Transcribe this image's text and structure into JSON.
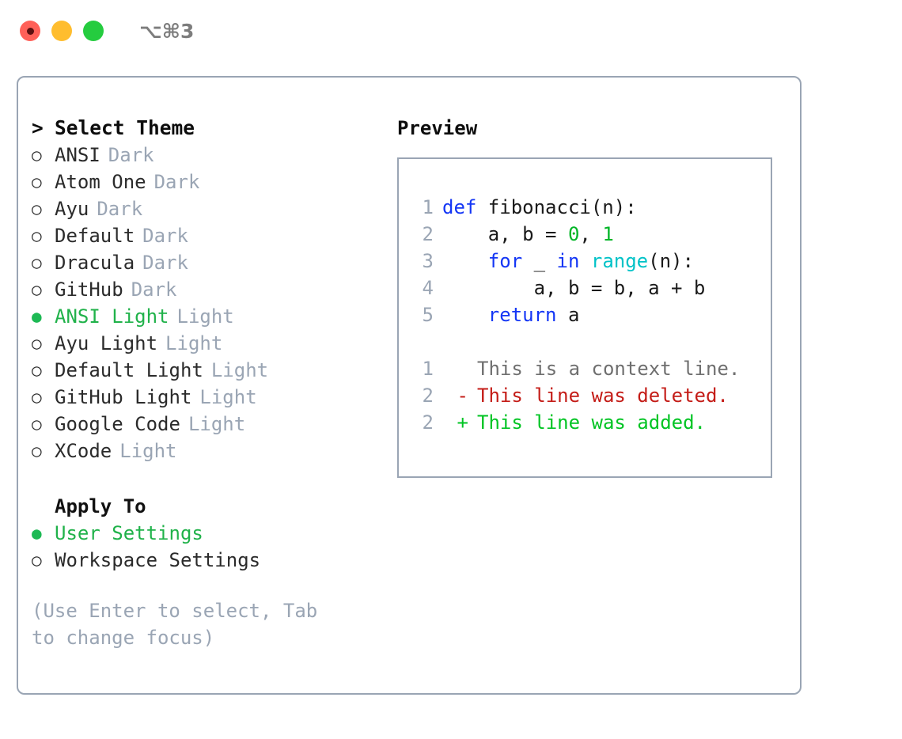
{
  "window": {
    "traffic_lights": [
      "close",
      "minimize",
      "maximize"
    ],
    "shortcut_label": "⌥⌘3",
    "colors": {
      "close": "#ff6058",
      "minimize": "#ffbd2e",
      "maximize": "#25cc3f",
      "border": "#9aa5b4",
      "accent_green": "#20b24a",
      "muted": "#9aa5b4"
    }
  },
  "theme_picker": {
    "caret": ">",
    "title": "Select Theme",
    "bullet_selected": "●",
    "bullet_unselected": "○",
    "items": [
      {
        "name": "ANSI",
        "variant": "Dark",
        "selected": false
      },
      {
        "name": "Atom One",
        "variant": "Dark",
        "selected": false
      },
      {
        "name": "Ayu",
        "variant": "Dark",
        "selected": false
      },
      {
        "name": "Default",
        "variant": "Dark",
        "selected": false
      },
      {
        "name": "Dracula",
        "variant": "Dark",
        "selected": false
      },
      {
        "name": "GitHub",
        "variant": "Dark",
        "selected": false
      },
      {
        "name": "ANSI Light",
        "variant": "Light",
        "selected": true
      },
      {
        "name": "Ayu Light",
        "variant": "Light",
        "selected": false
      },
      {
        "name": "Default Light",
        "variant": "Light",
        "selected": false
      },
      {
        "name": "GitHub Light",
        "variant": "Light",
        "selected": false
      },
      {
        "name": "Google Code",
        "variant": "Light",
        "selected": false
      },
      {
        "name": "XCode",
        "variant": "Light",
        "selected": false
      }
    ]
  },
  "apply_to": {
    "title": "Apply To",
    "options": [
      {
        "label": "User Settings",
        "selected": true
      },
      {
        "label": "Workspace Settings",
        "selected": false
      }
    ]
  },
  "hint": "(Use Enter to select, Tab to change focus)",
  "preview": {
    "title": "Preview",
    "code_lines": [
      {
        "number": "1",
        "tokens": [
          {
            "text": "def",
            "kind": "keyword"
          },
          {
            "text": " fibonacci(n):",
            "kind": "plain"
          }
        ]
      },
      {
        "number": "2",
        "tokens": [
          {
            "text": "    a, b = ",
            "kind": "plain"
          },
          {
            "text": "0",
            "kind": "number"
          },
          {
            "text": ", ",
            "kind": "plain"
          },
          {
            "text": "1",
            "kind": "number"
          }
        ]
      },
      {
        "number": "3",
        "tokens": [
          {
            "text": "    ",
            "kind": "plain"
          },
          {
            "text": "for",
            "kind": "keyword"
          },
          {
            "text": " _ ",
            "kind": "plain"
          },
          {
            "text": "in",
            "kind": "keyword"
          },
          {
            "text": " ",
            "kind": "plain"
          },
          {
            "text": "range",
            "kind": "function"
          },
          {
            "text": "(n):",
            "kind": "plain"
          }
        ]
      },
      {
        "number": "4",
        "tokens": [
          {
            "text": "        a, b = b, a + b",
            "kind": "plain"
          }
        ]
      },
      {
        "number": "5",
        "tokens": [
          {
            "text": "    ",
            "kind": "plain"
          },
          {
            "text": "return",
            "kind": "keyword"
          },
          {
            "text": " a",
            "kind": "plain"
          }
        ]
      }
    ],
    "diff_lines": [
      {
        "number": "1",
        "marker": "",
        "text": "This is a context line.",
        "kind": "context"
      },
      {
        "number": "2",
        "marker": "-",
        "text": "This line was deleted.",
        "kind": "deleted"
      },
      {
        "number": "2",
        "marker": "+",
        "text": "This line was added.",
        "kind": "added"
      }
    ]
  }
}
